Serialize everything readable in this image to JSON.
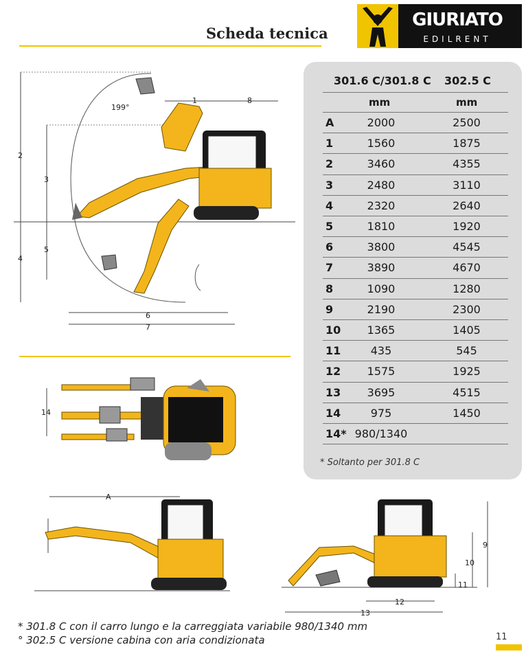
{
  "header": {
    "title": "Scheda tecnica",
    "logo": {
      "name": "GIURIATO",
      "sub": "EDILRENT"
    }
  },
  "diagram_labels": {
    "angle": "199°",
    "side": [
      "1",
      "8",
      "2",
      "3",
      "4",
      "5",
      "6",
      "7"
    ],
    "top_view": "14",
    "front_left": "A",
    "front_right": [
      "9",
      "10",
      "11",
      "12",
      "13"
    ]
  },
  "spec_table": {
    "columns": [
      "301.6 C/301.8 C",
      "302.5 C"
    ],
    "units": [
      "mm",
      "mm"
    ],
    "rows": [
      {
        "key": "A",
        "v1": "2000",
        "v2": "2500"
      },
      {
        "key": "1",
        "v1": "1560",
        "v2": "1875"
      },
      {
        "key": "2",
        "v1": "3460",
        "v2": "4355"
      },
      {
        "key": "3",
        "v1": "2480",
        "v2": "3110"
      },
      {
        "key": "4",
        "v1": "2320",
        "v2": "2640"
      },
      {
        "key": "5",
        "v1": "1810",
        "v2": "1920"
      },
      {
        "key": "6",
        "v1": "3800",
        "v2": "4545"
      },
      {
        "key": "7",
        "v1": "3890",
        "v2": "4670"
      },
      {
        "key": "8",
        "v1": "1090",
        "v2": "1280"
      },
      {
        "key": "9",
        "v1": "2190",
        "v2": "2300"
      },
      {
        "key": "10",
        "v1": "1365",
        "v2": "1405"
      },
      {
        "key": "11",
        "v1": "435",
        "v2": "545"
      },
      {
        "key": "12",
        "v1": "1575",
        "v2": "1925"
      },
      {
        "key": "13",
        "v1": "3695",
        "v2": "4515"
      },
      {
        "key": "14",
        "v1": "975",
        "v2": "1450"
      },
      {
        "key": "14*",
        "v1": "980/1340",
        "v2": ""
      }
    ],
    "footnote": "* Soltanto per 301.8 C"
  },
  "notes": [
    "* 301.8 C con il carro lungo e la carreggiata variabile 980/1340 mm",
    "° 302.5 C versione cabina con aria condizionata"
  ],
  "page_number": "11",
  "colors": {
    "accent": "#f1c400",
    "machine": "#f3b51b",
    "panel": "#dcdcdc"
  }
}
